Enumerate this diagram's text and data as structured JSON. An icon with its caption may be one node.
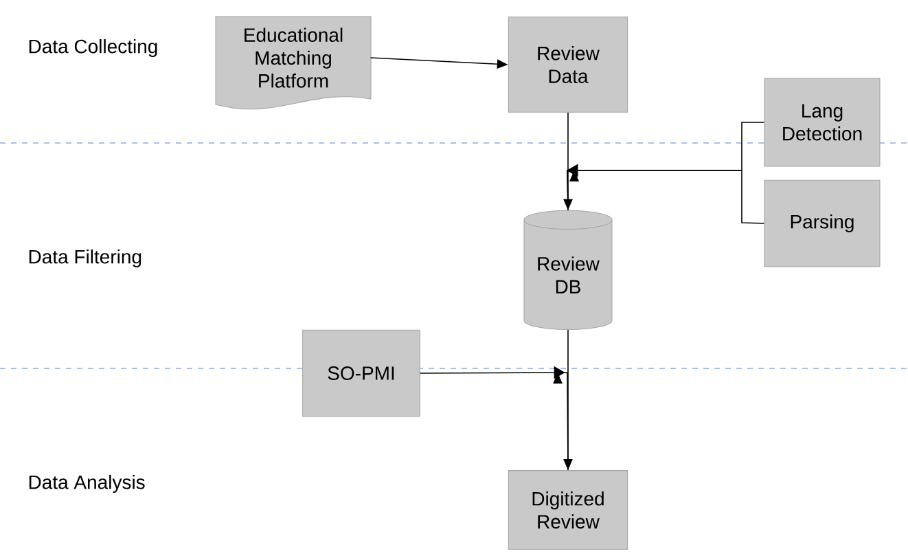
{
  "diagram": {
    "nodes": [
      {
        "text": [
          "Educational Matching Platform"
        ]
      },
      {
        "text": [
          "Review Data"
        ]
      },
      {
        "text": [
          "Lang Detection"
        ]
      },
      {
        "text": [
          "Parsing"
        ]
      },
      {
        "text": [
          "Review DB"
        ]
      },
      {
        "text": [
          "SO-PMI"
        ]
      },
      {
        "text": [
          "Digitized Review"
        ]
      }
    ],
    "edges": [
      {
        "from": 0,
        "to": 1,
        "arrow": "to"
      },
      {
        "from": 1,
        "to": 4,
        "arrow": "to"
      },
      {
        "from": 2,
        "to": 4,
        "arrow": "to"
      },
      {
        "from": 3,
        "to": 4,
        "arrow": "to"
      },
      {
        "from": 4,
        "to": 6,
        "arrow": "to"
      },
      {
        "from": 5,
        "to": 6,
        "arrow": "to"
      }
    ],
    "labels": [
      "Data Collecting",
      "Data Filtering",
      "Data Analysis"
    ]
  }
}
